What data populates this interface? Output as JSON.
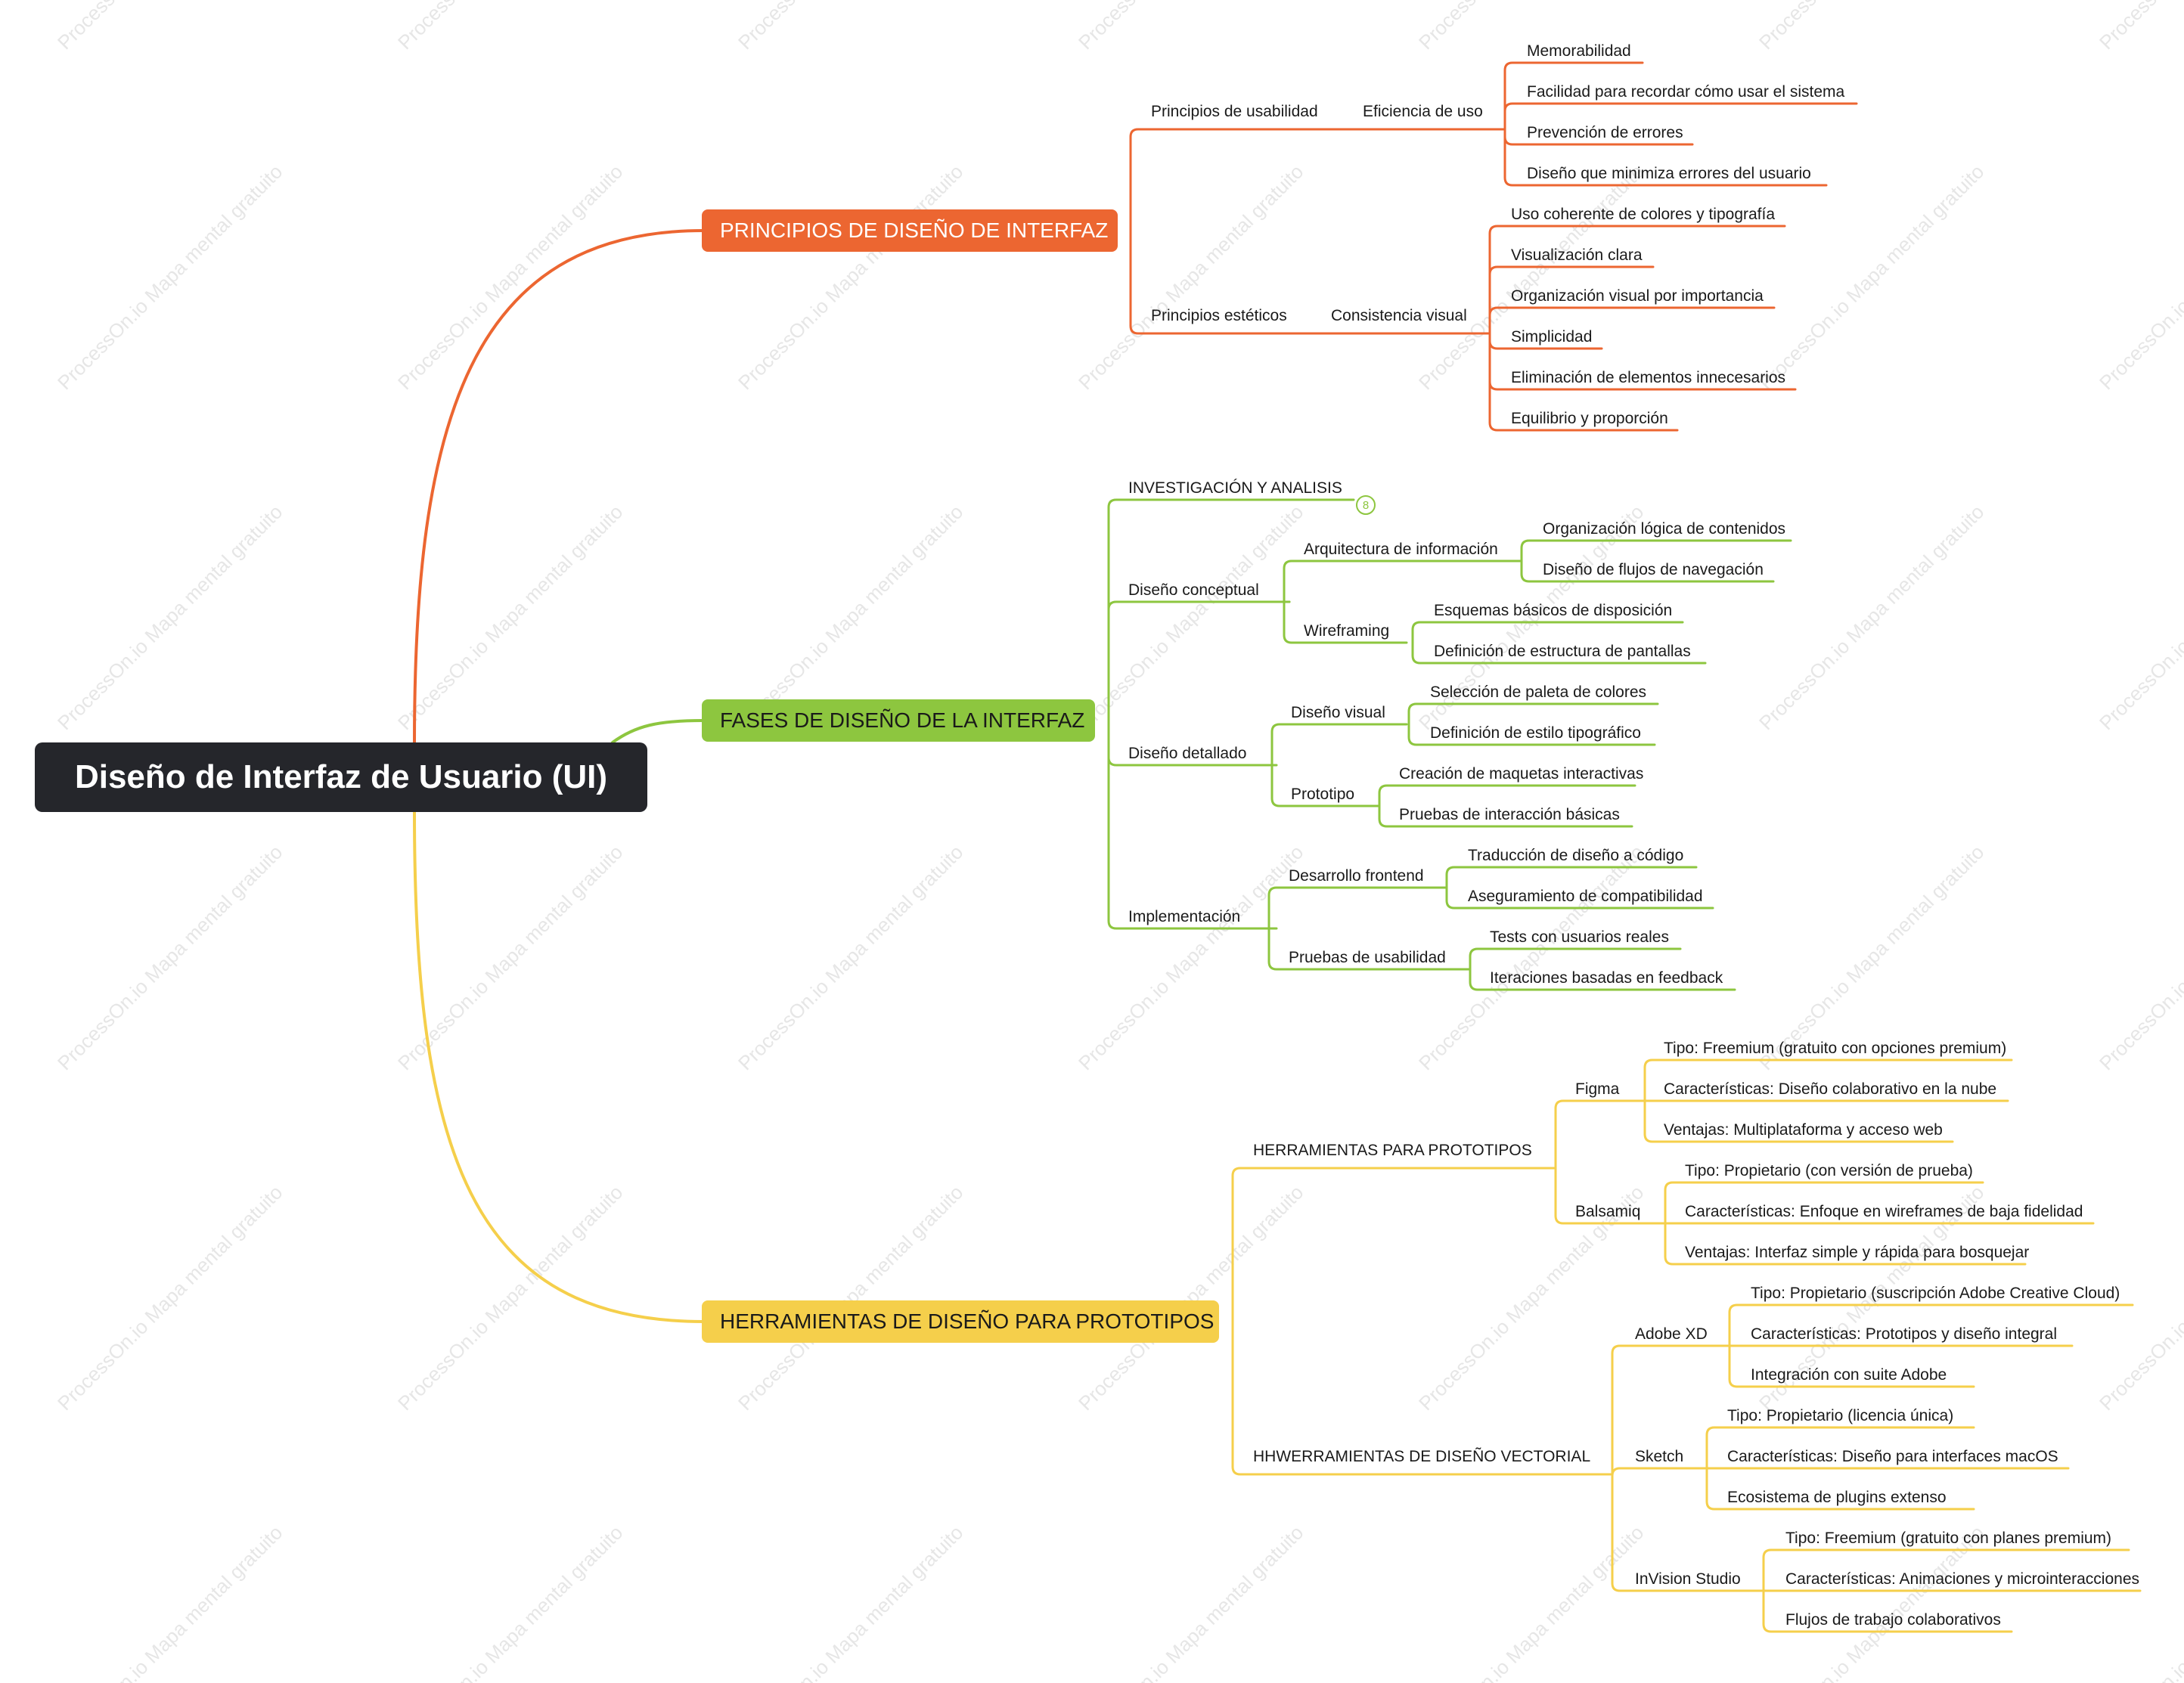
{
  "watermark": "ProcessOn.io Mapa mental gratuito",
  "colors": {
    "root": "#25262b",
    "principios": "#ec6631",
    "fases": "#8dc63f",
    "herramientas": "#f5cf4b"
  },
  "root": {
    "title": "Diseño de Interfaz de Usuario (UI)"
  },
  "principios": {
    "title": "PRINCIPIOS DE DISEÑO DE INTERFAZ",
    "usabilidad": {
      "label": "Principios de usabilidad",
      "eficiencia": {
        "label": "Eficiencia de uso",
        "items": [
          "Memorabilidad",
          "Facilidad para recordar cómo usar el sistema",
          "Prevención de errores",
          "Diseño que minimiza errores del usuario"
        ]
      }
    },
    "esteticos": {
      "label": "Principios estéticos",
      "consistencia": {
        "label": "Consistencia visual",
        "items": [
          "Uso coherente de colores y tipografía",
          "Visualización clara",
          "Organización visual por importancia",
          "Simplicidad",
          "Eliminación de elementos innecesarios",
          "Equilibrio y proporción"
        ]
      }
    }
  },
  "fases": {
    "title": "FASES DE DISEÑO DE LA INTERFAZ",
    "investigacion": {
      "label": "INVESTIGACIÓN Y ANALISIS",
      "collapsed_count": "8"
    },
    "conceptual": {
      "label": "Diseño conceptual",
      "arquitectura": {
        "label": "Arquitectura de información",
        "items": [
          "Organización lógica de contenidos",
          "Diseño de flujos de navegación"
        ]
      },
      "wireframing": {
        "label": "Wireframing",
        "items": [
          "Esquemas básicos de disposición",
          "Definición de estructura de pantallas"
        ]
      }
    },
    "detallado": {
      "label": "Diseño detallado",
      "visual": {
        "label": "Diseño visual",
        "items": [
          "Selección de paleta de colores",
          "Definición de estilo tipográfico"
        ]
      },
      "prototipo": {
        "label": "Prototipo",
        "items": [
          "Creación de maquetas interactivas",
          "Pruebas de interacción básicas"
        ]
      }
    },
    "implementacion": {
      "label": "Implementación",
      "frontend": {
        "label": "Desarrollo frontend",
        "items": [
          "Traducción de diseño a código",
          "Aseguramiento de compatibilidad"
        ]
      },
      "usabilidad": {
        "label": "Pruebas de usabilidad",
        "items": [
          "Tests con usuarios reales",
          "Iteraciones basadas en feedback"
        ]
      }
    }
  },
  "herramientas": {
    "title": "HERRAMIENTAS DE DISEÑO PARA PROTOTIPOS",
    "prototipos": {
      "label": "HERRAMIENTAS PARA PROTOTIPOS",
      "figma": {
        "label": "Figma",
        "items": [
          "Tipo: Freemium (gratuito con opciones premium)",
          "Características: Diseño colaborativo en la nube",
          "Ventajas: Multiplataforma y acceso web"
        ]
      },
      "balsamiq": {
        "label": "Balsamiq",
        "items": [
          "Tipo: Propietario (con versión de prueba)",
          "Características: Enfoque en wireframes de baja fidelidad",
          "Ventajas: Interfaz simple y rápida para bosquejar"
        ]
      }
    },
    "vectorial": {
      "label": "HHWERRAMIENTAS DE DISEÑO VECTORIAL",
      "adobexd": {
        "label": "Adobe XD",
        "items": [
          "Tipo: Propietario (suscripción Adobe Creative Cloud)",
          "Características: Prototipos y diseño integral",
          "Integración con suite Adobe"
        ]
      },
      "sketch": {
        "label": "Sketch",
        "items": [
          "Tipo: Propietario (licencia única)",
          "Características: Diseño para interfaces macOS",
          "Ecosistema de plugins extenso"
        ]
      },
      "invision": {
        "label": "InVision Studio",
        "items": [
          "Tipo: Freemium (gratuito con planes premium)",
          "Características: Animaciones y microinteracciones",
          "Flujos de trabajo colaborativos"
        ]
      }
    }
  }
}
